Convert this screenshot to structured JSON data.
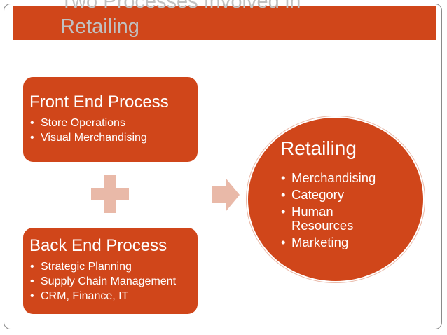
{
  "slide": {
    "title": "Two Processes Involved in Retailing"
  },
  "front_end": {
    "title": "Front End Process",
    "bullets": [
      "Store Operations",
      "Visual Merchandising"
    ]
  },
  "back_end": {
    "title": "Back End Process",
    "bullets": [
      "Strategic Planning",
      "Supply Chain Management",
      "CRM, Finance, IT"
    ]
  },
  "retailing": {
    "title": "Retailing",
    "bullets": [
      "Merchandising",
      "Category",
      "Human Resources",
      "Marketing"
    ]
  },
  "icons": {
    "plus": "plus-icon",
    "arrow": "right-arrow-icon"
  },
  "colors": {
    "accent": "#d0461a",
    "connector": "#e9b9a8",
    "title_text": "#c1c1c1"
  }
}
